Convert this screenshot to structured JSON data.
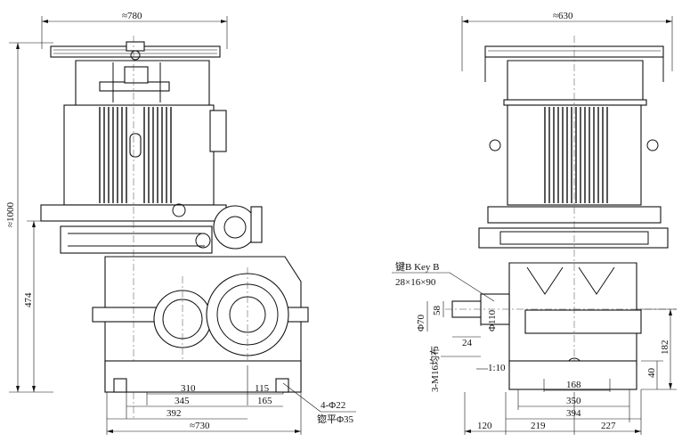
{
  "front_view": {
    "dims": {
      "top_width": "≈780",
      "height_total": "≈1000",
      "height_474": "474",
      "d310": "310",
      "d115": "115",
      "d345": "345",
      "d165": "165",
      "d392": "392",
      "bottom_width": "≈730"
    },
    "notes": {
      "holes": "4-Φ22",
      "counterbore": "锪平Φ35"
    }
  },
  "side_view": {
    "dims": {
      "top_width": "≈630",
      "d58": "58",
      "phi70": "Φ70",
      "phi110": "Φ110",
      "d24": "24",
      "d182": "182",
      "d40": "40",
      "d168": "168",
      "d350": "350",
      "d394": "394",
      "d120": "120",
      "d219": "219",
      "d227": "227"
    },
    "notes": {
      "key_label": "键B Key B",
      "key_size": "28×16×90",
      "thread": "3-M16均布",
      "taper": "1:10"
    }
  }
}
